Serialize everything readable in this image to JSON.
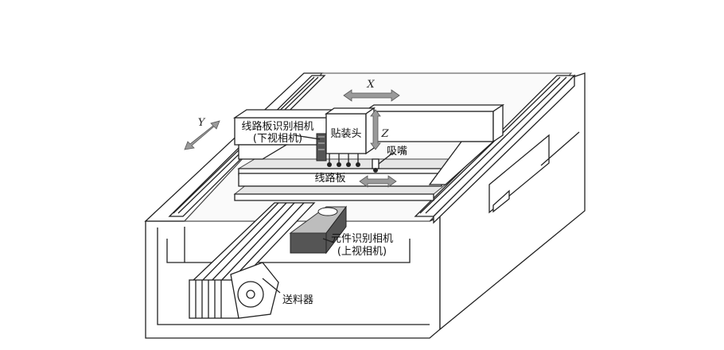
{
  "labels": {
    "x_axis": "X",
    "y_axis": "Y",
    "z_axis": "Z",
    "pcb_camera_line1": "线路板识别相机",
    "pcb_camera_line2": "(下视相机)",
    "placement_head": "贴装头",
    "nozzle": "吸嘴",
    "pcb": "线路板",
    "component_camera_line1": "元件识别相机",
    "component_camera_line2": "(上视相机)",
    "feeder": "送料器"
  },
  "colors": {
    "line": "#222222",
    "arrow_fill": "#9a9a9a",
    "dark_fill": "#555555",
    "light_fill": "#e6e6e6"
  }
}
